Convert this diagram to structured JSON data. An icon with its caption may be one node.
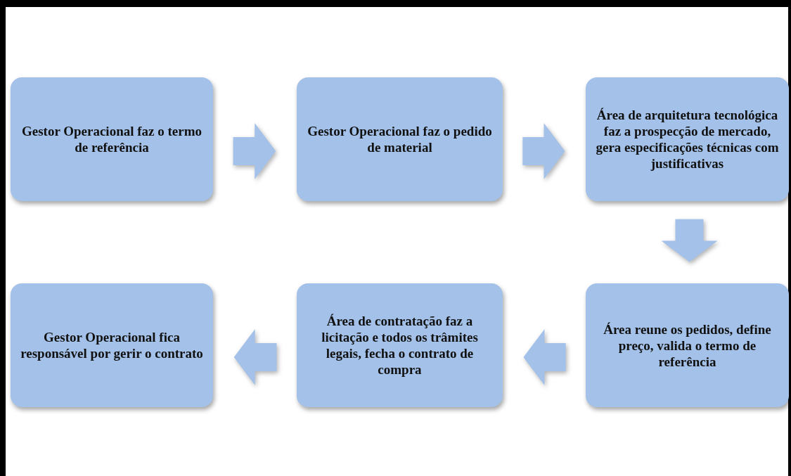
{
  "diagram": {
    "nodes": [
      {
        "text": [
          "Gestor Operacional faz o termo de referência"
        ]
      },
      {
        "text": [
          "Gestor Operacional faz o pedido de material"
        ]
      },
      {
        "text": [
          "Área de arquitetura tecnológica faz a prospecção de mercado, gera especificações técnicas com justificativas"
        ]
      },
      {
        "text": [
          "Área reune os pedidos, define preço, valida o termo de referência"
        ]
      },
      {
        "text": [
          "Área de contratação faz a licitação e todos os trâmites legais, fecha o contrato de compra"
        ]
      },
      {
        "text": [
          "Gestor Operacional fica responsável por gerir o contrato"
        ]
      }
    ],
    "edges": [
      {
        "from": 0,
        "to": 1,
        "arrow": "to"
      },
      {
        "from": 1,
        "to": 2,
        "arrow": "to"
      },
      {
        "from": 2,
        "to": 3,
        "arrow": "to"
      },
      {
        "from": 3,
        "to": 4,
        "arrow": "to"
      },
      {
        "from": 4,
        "to": 5,
        "arrow": "to"
      }
    ]
  }
}
